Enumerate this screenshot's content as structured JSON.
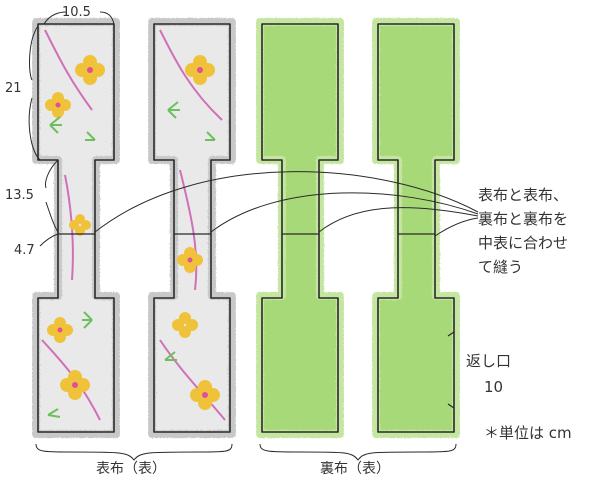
{
  "dimensions": {
    "top_width": "10.5",
    "top_height": "21",
    "middle_height": "13.5",
    "middle_width": "4.7"
  },
  "instruction": {
    "line1": "表布と表布、",
    "line2": "裏布と裏布を",
    "line3": "中表に合わせ",
    "line4": "て縫う"
  },
  "opening": {
    "label": "返し口",
    "length": "10"
  },
  "unit_note": "＊単位は cm",
  "captions": {
    "outer": "表布（表）",
    "lining": "裏布（表）"
  },
  "colors": {
    "lining_fill": "#9fd46a",
    "lining_texture": "#b9e08e",
    "outer_texture": "#d5d5d5",
    "flower": "#f0c23a",
    "flower_center": "#e0509a",
    "stem_pink": "#d070b8",
    "leaf_green": "#6cbf5a",
    "outline": "#2a2a2a"
  }
}
